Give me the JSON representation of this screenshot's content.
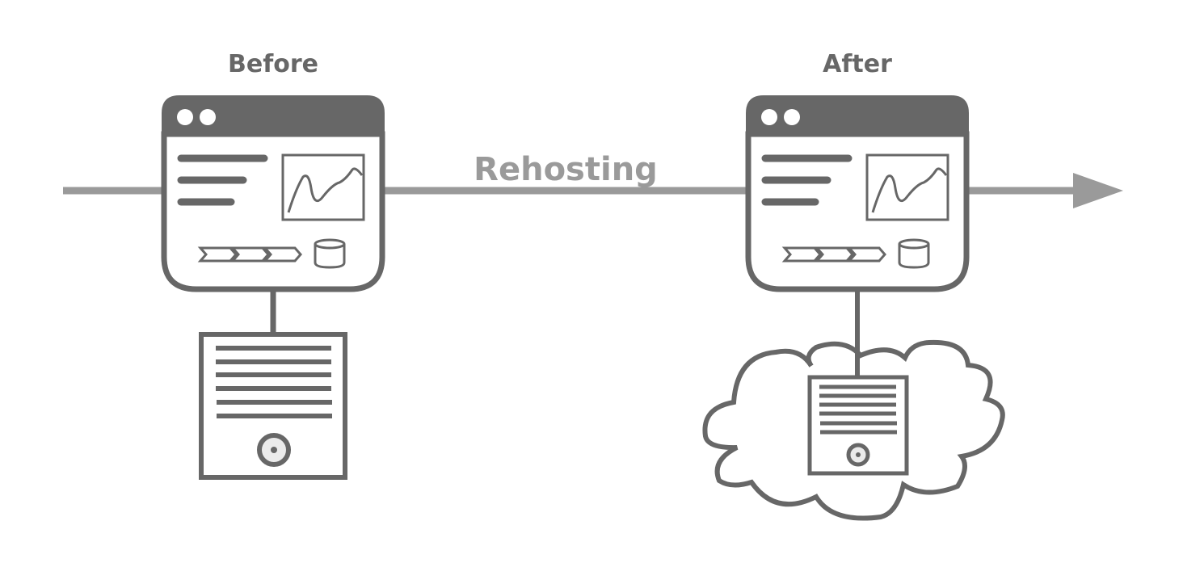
{
  "diagram": {
    "before_label": "Before",
    "after_label": "After",
    "process_label": "Rehosting",
    "colors": {
      "dark": "#676767",
      "arrow": "#9a9a9a",
      "text_light": "#9a9a9a",
      "background": "#ffffff",
      "disc_fill": "#ebebeb"
    },
    "before": {
      "app": "application-window",
      "infra": "on-premise-server"
    },
    "after": {
      "app": "application-window",
      "infra": "server-in-cloud"
    }
  }
}
